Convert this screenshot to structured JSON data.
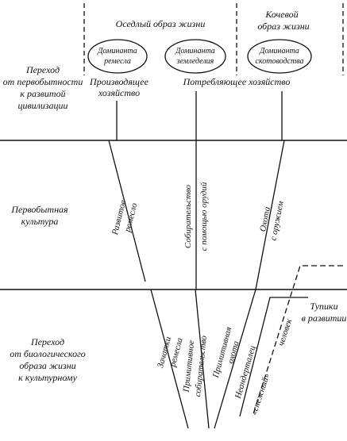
{
  "labels": {
    "top_left_header": "Оседлый образ жизни",
    "top_right_header_1": "Кочевой",
    "top_right_header_2": "образ жизни",
    "dominant_craft_1": "Доминанта",
    "dominant_craft_2": "ремесла",
    "dominant_agri_1": "Доминанта",
    "dominant_agri_2": "земледелия",
    "dominant_cattle_1": "Доминанта",
    "dominant_cattle_2": "скотоводства",
    "producing_1": "Производящее",
    "producing_2": "хозяйство",
    "consuming": "Потребляющее хозяйство",
    "transition_civ_1": "Переход",
    "transition_civ_2": "от первобытности",
    "transition_civ_3": "к развитой",
    "transition_civ_4": "цивилизации",
    "primitive_culture_1": "Первобытная",
    "primitive_culture_2": "культура",
    "transition_bio_1": "Переход",
    "transition_bio_2": "от биологического",
    "transition_bio_3": "образа жизни",
    "transition_bio_4": "к культурному",
    "developed_craft_1": "Развитое",
    "developed_craft_2": "ремесло",
    "gathering_tools_1": "Собирательство",
    "gathering_tools_2": "с помощью орудий",
    "hunting_weapon_1": "Охота",
    "hunting_weapon_2": "с оружием",
    "craft_rudiments_1": "Зачатки",
    "craft_rudiments_2": "ремесла",
    "primitive_gathering_1": "Примитивное",
    "primitive_gathering_2": "собирательство",
    "primitive_hunting_1": "Примитивная",
    "primitive_hunting_2": "охота",
    "neanderthal": "Неандерталец",
    "snowman_1": "«снежный»",
    "snowman_2": "человек",
    "dead_ends_1": "Тупики",
    "dead_ends_2": "в развитии"
  },
  "colors": {
    "ink": "#111111",
    "background": "#ffffff"
  }
}
